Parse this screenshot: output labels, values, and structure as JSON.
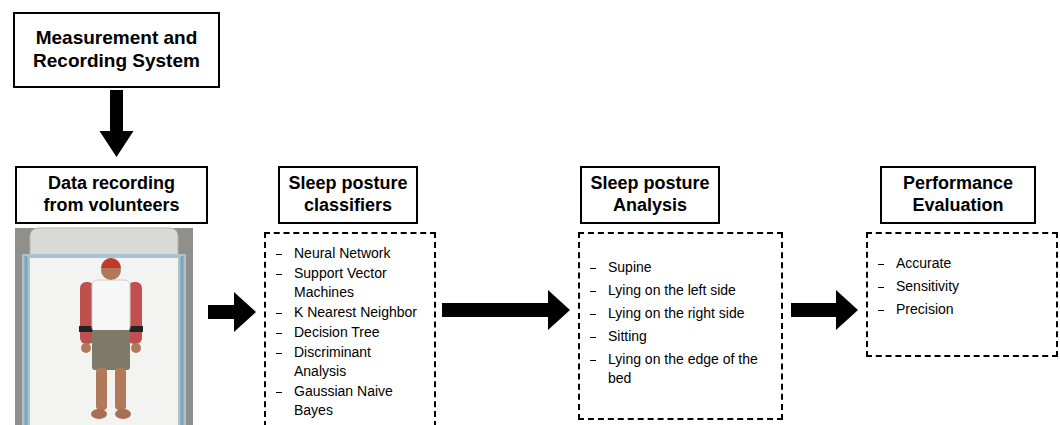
{
  "diagram": {
    "nodes": [
      {
        "text": [
          "Measurement and Recording System"
        ]
      },
      {
        "text": [
          "Data recording from volunteers"
        ]
      },
      {
        "text": [
          "Sleep posture classifiers"
        ]
      },
      {
        "text": [
          "Neural Network",
          "Support Vector Machines",
          "K Nearest Neighbor",
          "Decision Tree",
          "Discriminant Analysis",
          "Gaussian Naive Bayes"
        ]
      },
      {
        "text": [
          "Sleep posture Analysis"
        ]
      },
      {
        "text": [
          "Supine",
          "Lying on the left side",
          "Lying on the right side",
          "Sitting",
          "Lying on the edge of the bed"
        ]
      },
      {
        "text": [
          "Performance Evaluation"
        ]
      },
      {
        "text": [
          "Accurate",
          "Sensitivity",
          "Precision"
        ]
      }
    ],
    "edges": [
      {
        "from": 0,
        "to": 1,
        "arrow": "to"
      },
      {
        "from": 1,
        "to": 3,
        "arrow": "to"
      },
      {
        "from": 3,
        "to": 5,
        "arrow": "to"
      },
      {
        "from": 5,
        "to": 7,
        "arrow": "to"
      }
    ]
  }
}
